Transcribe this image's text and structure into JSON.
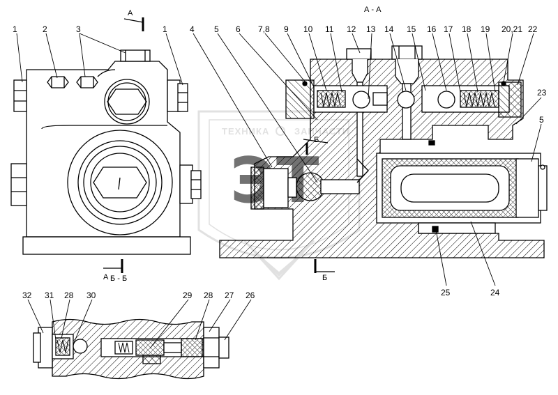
{
  "section_titles": {
    "aa": "А - А",
    "bb": "Б - Б"
  },
  "cut_marks": {
    "a_top": "А",
    "a_bottom": "А",
    "b_top": "Б",
    "b_bottom": "Б"
  },
  "watermark": {
    "text_left": "ТЕХНИКА",
    "text_right": "ЗАПЧАСТИ",
    "logo_letters": "ЭТ"
  },
  "callouts": {
    "left_view": [
      "1",
      "2",
      "3",
      "1"
    ],
    "section_aa_top": [
      "4",
      "5",
      "6",
      "7,8",
      "9",
      "10",
      "11",
      "12",
      "13",
      "14",
      "15",
      "16",
      "17",
      "18",
      "19",
      "20,21",
      "22"
    ],
    "section_aa_right": [
      "23",
      "5"
    ],
    "section_aa_bottom": [
      "25",
      "24"
    ],
    "section_bb": [
      "32",
      "31",
      "28",
      "30",
      "29",
      "28",
      "27",
      "26"
    ]
  },
  "colors": {
    "line": "#000000",
    "hatch": "#000000",
    "watermark": "#c9c9c9"
  }
}
